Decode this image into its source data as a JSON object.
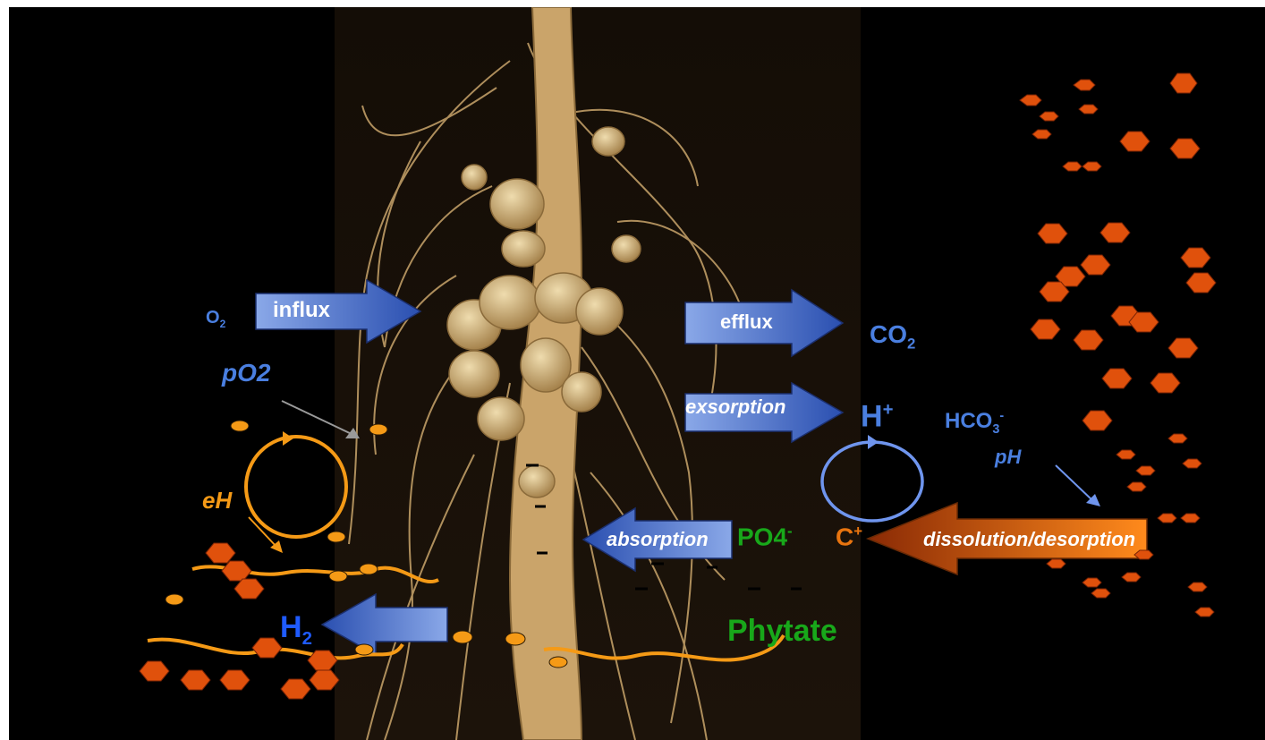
{
  "labels": {
    "o2": "O",
    "o2_sub": "2",
    "influx": "influx",
    "efflux": "efflux",
    "co2": "CO",
    "co2_sub": "2",
    "exsorption": "exsorption",
    "po2": "pO2",
    "h_plus": "H",
    "h_plus_sup": "+",
    "hco3": "HCO",
    "hco3_sub": "3",
    "hco3_sup": "-",
    "ph": "pH",
    "eh": "eH",
    "absorption": "absorption",
    "po4": "PO4",
    "po4_sup": "-",
    "c_plus": "C",
    "c_plus_sup": "+",
    "dissolution": "dissolution/desorption",
    "h2": "H",
    "h2_sub": "2",
    "phytate": "Phytate"
  },
  "colors": {
    "background": "#000000",
    "blue_text": "#4a7fe0",
    "bright_blue": "#1f5bff",
    "orange": "#f59a16",
    "deep_orange": "#e8600f",
    "green": "#18a81a",
    "arrow_blue_light": "#7c9de0",
    "arrow_blue_dark": "#2f55b5",
    "root_tan": "#d8b67c"
  }
}
